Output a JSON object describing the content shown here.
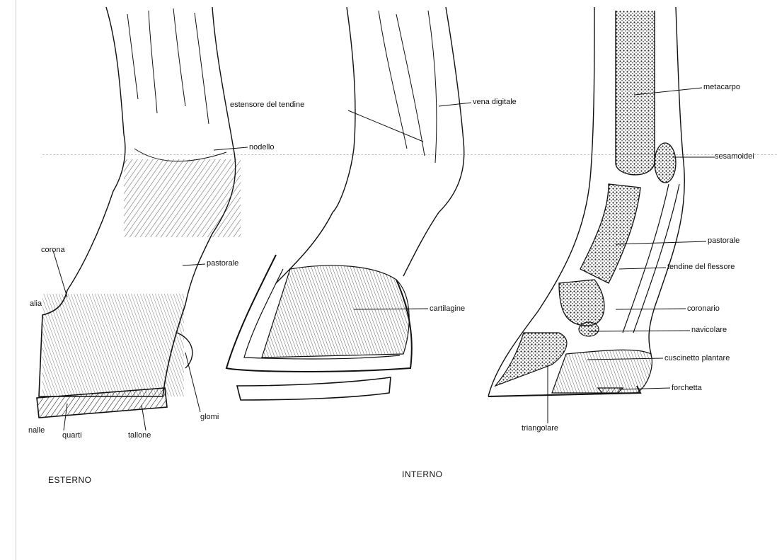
{
  "labels": {
    "estensore_del_tendine": "estensore del tendine",
    "vena_digitale": "vena digitale",
    "metacarpo": "metacarpo",
    "nodello": "nodello",
    "sesamoidei": "sesamoidei",
    "corona": "corona",
    "pastorale_left": "pastorale",
    "pastorale_right": "pastorale",
    "tendine_del_flessore": "tendine del flessore",
    "muraglia_partial": "alia",
    "cartilagine": "cartilagine",
    "coronario": "coronario",
    "navicolare": "navicolare",
    "cuscinetto_plantare": "cuscinetto plantare",
    "forchetta": "forchetta",
    "glomi": "glomi",
    "triangolare": "triangolare",
    "punta_partial": "nalle",
    "quarti": "quarti",
    "tallone": "tallone"
  },
  "captions": {
    "esterno": "ESTERNO",
    "interno": "INTERNO"
  },
  "colors": {
    "ink": "#111111",
    "paper": "#ffffff",
    "bone_fill": "#bdbdbd"
  }
}
